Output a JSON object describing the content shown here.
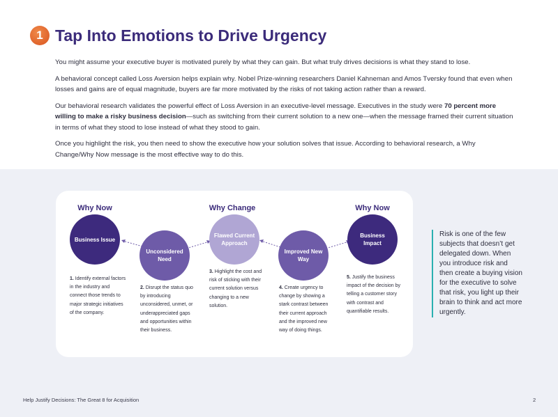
{
  "header": {
    "number": "1",
    "title": "Tap Into Emotions to Drive Urgency"
  },
  "intro": {
    "p1": "You might assume your executive buyer is motivated purely by what they can gain. But what truly drives decisions is what they stand to lose.",
    "p2": "A behavioral concept called Loss Aversion helps explain why. Nobel Prize-winning researchers Daniel Kahneman and Amos Tversky found that even when losses and gains are of equal magnitude, buyers are far more motivated by the risks of not taking action rather than a reward.",
    "p3_before": "Our behavioral research validates the powerful effect of Loss Aversion in an executive-level message. Executives in the study were ",
    "p3_bold": "70 percent more willing to make a risky business decision",
    "p3_after": "—such as switching from their current solution to a new one—when the message framed their current situation in terms of what they stood to lose instead of what they stood to gain.",
    "p4": "Once you highlight the risk, you then need to show the executive how your solution solves that issue. According to behavioral research, a Why Change/Why Now message is the most effective way to do this."
  },
  "diagram": {
    "headings": {
      "left": "Why Now",
      "center": "Why Change",
      "right": "Why Now"
    },
    "circles": [
      {
        "label": "Business Issue"
      },
      {
        "label": "Unconsidered Need"
      },
      {
        "label": "Flawed Current Approach"
      },
      {
        "label": "Improved New Way"
      },
      {
        "label": "Business Impact"
      }
    ],
    "steps": [
      {
        "num": "1.",
        "text": " Identify external factors in the industry and connect those trends to major strategic initiatives of the company."
      },
      {
        "num": "2.",
        "text": " Disrupt the status quo by introducing unconsidered, unmet, or underappreciated gaps and opportunities within their business."
      },
      {
        "num": "3.",
        "text": " Highlight the cost and risk of sticking with their current solution versus changing to a new solution."
      },
      {
        "num": "4.",
        "text": " Create urgency to change by showing a stark contrast between their current approach and the improved new way of doing things."
      },
      {
        "num": "5.",
        "text": " Justify the business impact of the decision by telling a customer story with contrast and quantifiable results."
      }
    ]
  },
  "callout": {
    "text": "Risk is one of the few subjects that doesn’t get delegated down. When you introduce risk and then create a buying vision for the executive to solve that risk, you light up their brain to think and act more urgently."
  },
  "footer": {
    "text": "Help Justify Decisions: The Great 8 for Acquisition",
    "page": "2"
  },
  "colors": {
    "title": "#3b2b7a",
    "badge": "#e0682a",
    "circle_dark": "#3d2a7d",
    "circle_mid": "#6e5ba8",
    "circle_light": "#b0a6d4",
    "callout_rule": "#2ab0b0",
    "band": "#eef0f6"
  }
}
